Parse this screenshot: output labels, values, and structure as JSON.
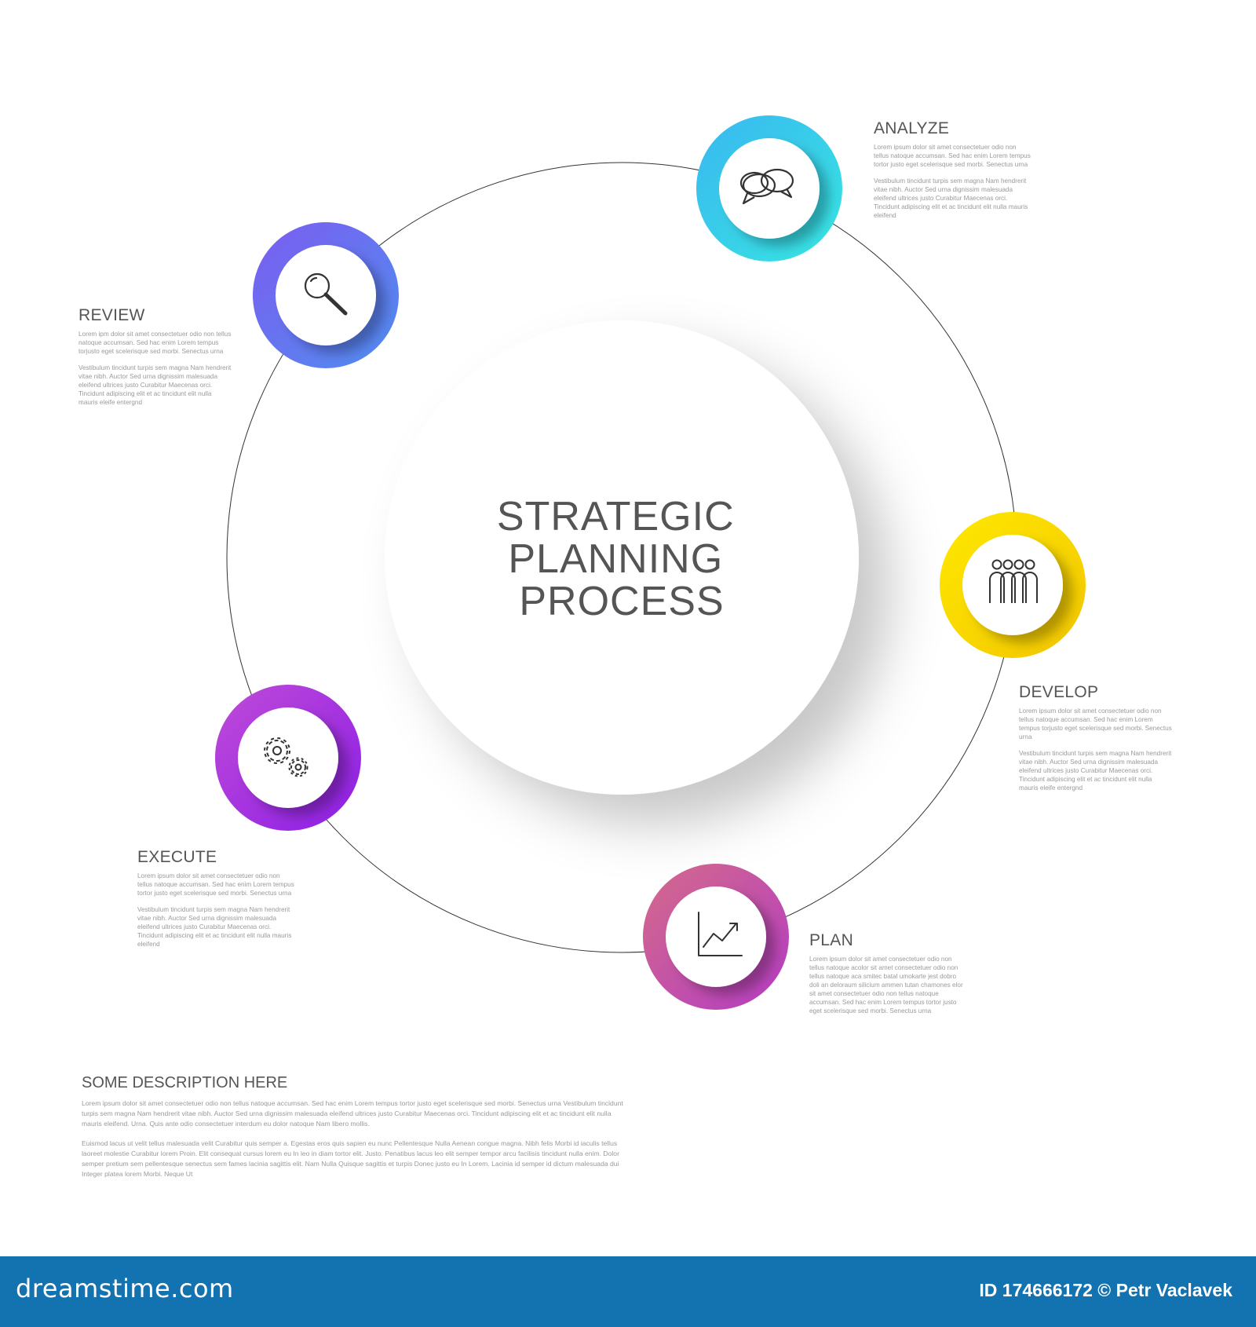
{
  "center_title": [
    "STRATEGIC",
    "PLANNING",
    "PROCESS"
  ],
  "stages": [
    {
      "id": "analyze",
      "title": "ANALYZE",
      "icon": "speech-bubbles-icon",
      "color_start": "#3ab7f0",
      "color_end": "#36e6e2",
      "paragraphs": [
        "Lorem ipsum dolor sit amet consectetuer odio non tellus natoque accumsan. Sed hac enim Lorem tempus tortor justo eget scelerisque sed morbi. Senectus urna",
        "Vestibulum tincidunt turpis sem magna Nam hendrerit vitae nibh. Auctor Sed urna dignissim malesuada eleifend ultrices justo Curabitur Maecenas orci. Tincidunt adipiscing elit et ac tincidunt elit nulla mauris eleifend"
      ]
    },
    {
      "id": "develop",
      "title": "DEVELOP",
      "icon": "team-icon",
      "color_start": "#ffe900",
      "color_end": "#f2c500",
      "paragraphs": [
        "Lorem ipsum dolor sit amet consectetuer odio non tellus natoque accumsan. Sed hac enim Lorem tempus torjusto eget scelerisque sed morbi. Senectus urna",
        "Vestibulum tincidunt turpis sem magna Nam hendrerit vitae nibh. Auctor Sed urna dignissim malesuada eleifend ultrices justo Curabitur Maecenas orci. Tincidunt adipiscing elit et ac tincidunt elit nulla mauris eleife entergnd"
      ]
    },
    {
      "id": "plan",
      "title": "PLAN",
      "icon": "growth-chart-icon",
      "color_start": "#d46a8a",
      "color_end": "#b43cc4",
      "paragraphs": [
        "Lorem ipsum dolor sit amet consectetuer odio non tellus natoque acolor sit amet consectetuer odio non tellus natoque aca smitec batal umokarte jest dobro doli an deloraum silicium ammen tutan chamones elor sit amet consectetuer odio non tellus natoque accumsan. Sed hac enim Lorem tempus tortor justo eget scelerisque sed morbi. Senectus urna"
      ]
    },
    {
      "id": "execute",
      "title": "EXECUTE",
      "icon": "gears-icon",
      "color_start": "#c04bd8",
      "color_end": "#8c1ee6",
      "paragraphs": [
        "Lorem ipsum dolor sit amet consectetuer odio non tellus natoque accumsan. Sed hac enim Lorem tempus tortor justo eget scelerisque sed morbi. Senectus urna",
        "Vestibulum tincidunt turpis sem magna Nam hendrerit vitae nibh. Auctor Sed urna dignissim malesuada eleifend ultrices justo Curabitur Maecenas orci. Tincidunt adipiscing elit et ac tincidunt elit nulla mauris eleifend"
      ]
    },
    {
      "id": "review",
      "title": "REVIEW",
      "icon": "magnifier-icon",
      "color_start": "#7c5cf0",
      "color_end": "#4f8ef0",
      "paragraphs": [
        "Lorem ipm dolor sit amet consectetuer odio non tellus natoque accumsan. Sed hac enim Lorem tempus torjusto eget scelerisque sed morbi. Senectus urna",
        "Vestibulum tincidunt turpis sem magna Nam hendrerit vitae nibh. Auctor Sed urna dignissim malesuada eleifend ultrices justo Curabitur Maecenas orci. Tincidunt adipiscing elit et ac tincidunt elit nulla mauris eleife entergnd"
      ]
    }
  ],
  "description": {
    "title": "SOME DESCRIPTION HERE",
    "paragraphs": [
      "Lorem ipsum dolor sit amet consectetuer odio non tellus natoque accumsan. Sed hac enim Lorem tempus tortor justo eget scelerisque sed morbi. Senectus urna Vestibulum tincidunt turpis sem magna Nam hendrerit vitae nibh. Auctor Sed urna dignissim malesuada eleifend ultrices justo Curabitur Maecenas orci. Tincidunt adipiscing elit et ac tincidunt elit nulla mauris eleifend. Urna. Quis ante odio consectetuer interdum eu dolor natoque Nam libero mollis.",
      "Euismod lacus ut velit tellus malesuada velit Curabitur quis semper a. Egestas eros quis sapien eu nunc Pellentesque Nulla Aenean congue magna. Nibh felis Morbi id iaculis tellus laoreet molestie Curabitur lorem Proin. Elit consequat cursus lorem eu In leo in diam tortor elit. Justo. Penatibus lacus leo elit semper tempor arcu facilisis tincidunt nulla enim. Dolor semper pretium sem pellentesque senectus sem fames lacinia sagittis elit. Nam Nulla Quisque sagittis et turpis Donec justo eu In Lorem. Lacinia id semper id dictum malesuada dui Integer platea lorem Morbi. Neque Ut"
    ]
  },
  "footer": {
    "brand": "dreamstime.com",
    "credit": "ID 174666172 © Petr Vaclavek",
    "background": "#1372b0"
  }
}
